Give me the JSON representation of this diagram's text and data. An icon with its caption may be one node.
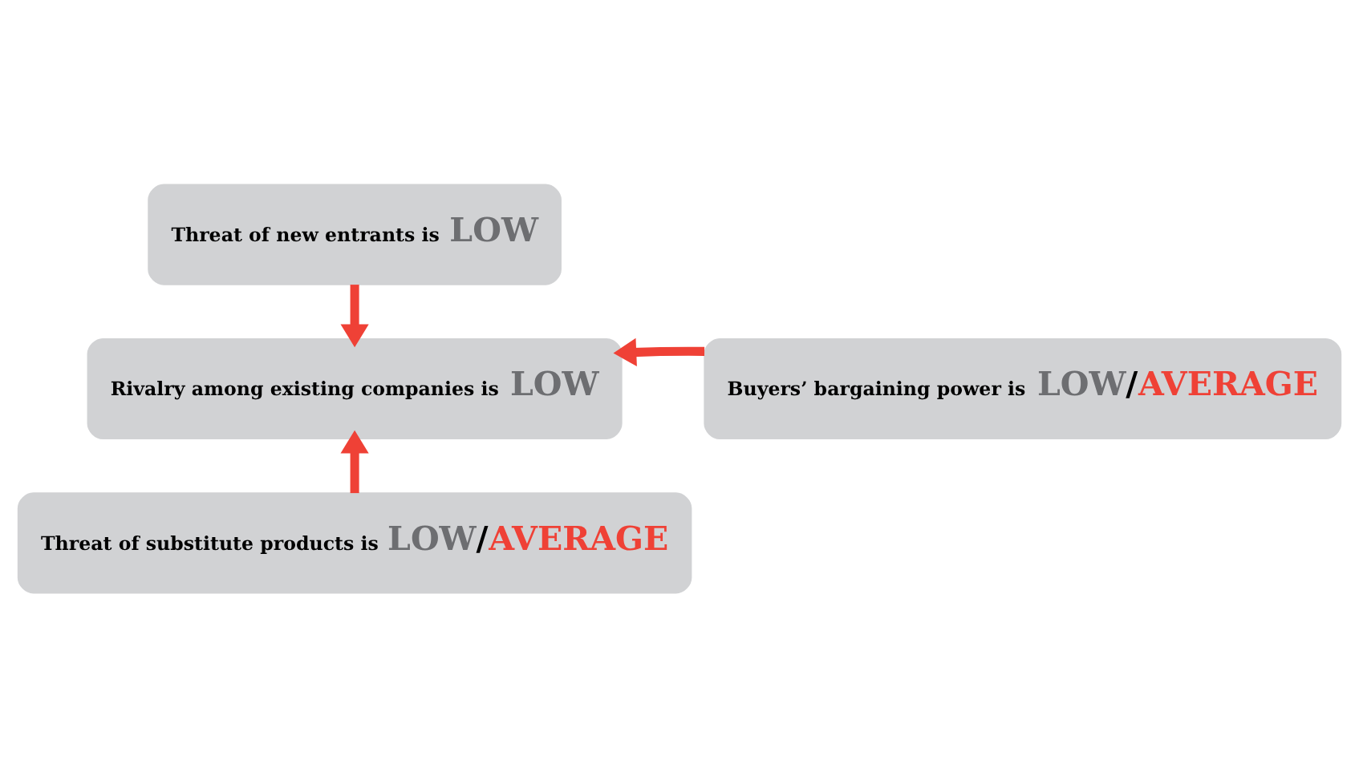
{
  "diagram": {
    "nodes": [
      {
        "text": [
          "Threat of new entrants is LOW"
        ]
      },
      {
        "text": [
          "Rivalry among existing companies is LOW"
        ]
      },
      {
        "text": [
          "Buyers’ bargaining power is LOW/AVERAGE"
        ]
      },
      {
        "text": [
          "Threat of substitute products is LOW/AVERAGE"
        ]
      }
    ],
    "edges": [
      {
        "from": 0,
        "to": 1,
        "arrow": "to"
      },
      {
        "from": 2,
        "to": 1,
        "arrow": "to"
      },
      {
        "from": 3,
        "to": 1,
        "arrow": "to"
      }
    ]
  }
}
